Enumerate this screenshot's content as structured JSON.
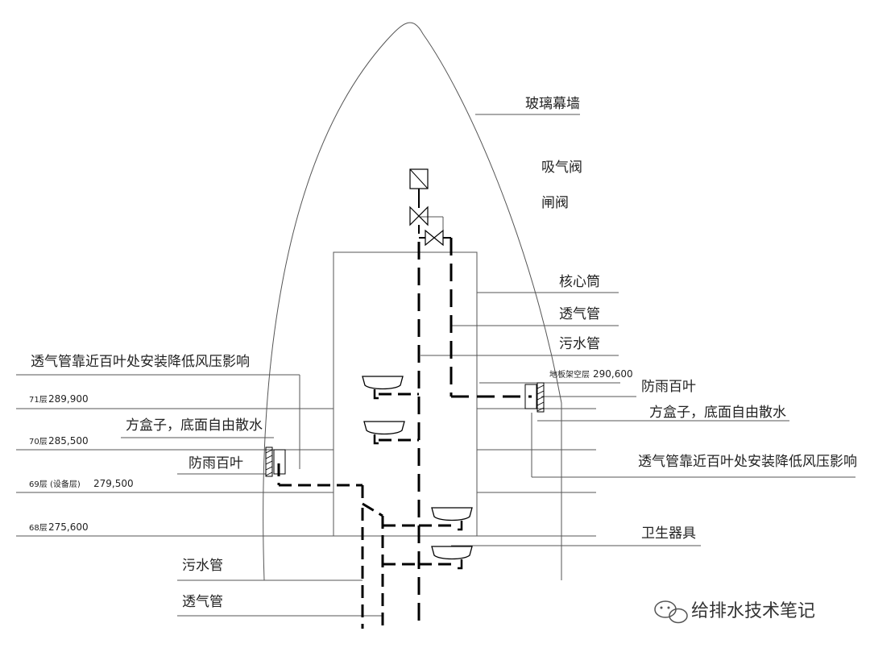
{
  "labels": {
    "glass_curtain_wall": "玻璃幕墙",
    "air_admittance_valve": "吸气阀",
    "gate_valve": "闸阀",
    "core_tube": "核心筒",
    "vent_pipe_right": "透气管",
    "sewage_pipe_right": "污水管",
    "rain_louver_right": "防雨百叶",
    "square_box_right": "方盒子，底面自由散水",
    "vent_note_right": "透气管靠近百叶处安装降低风压影响",
    "sanitary_fixtures": "卫生器具",
    "vent_note_left": "透气管靠近百叶处安装降低风压影响",
    "square_box_left": "方盒子，底面自由散水",
    "rain_louver_left": "防雨百叶",
    "sewage_pipe_bottom": "污水管",
    "vent_pipe_bottom": "透气管"
  },
  "levels": {
    "roof_name": "地板架空层",
    "roof_elev": "290,600",
    "f71_name": "71层",
    "f71_elev": "289,900",
    "f70_name": "70层",
    "f70_elev": "285,500",
    "f69_name": "69层",
    "f69_note": "(设备层)",
    "f69_elev": "279,500",
    "f68_name": "68层",
    "f68_elev": "275,600"
  },
  "watermark": {
    "icon": "wechat-icon",
    "text": "给排水技术笔记"
  }
}
